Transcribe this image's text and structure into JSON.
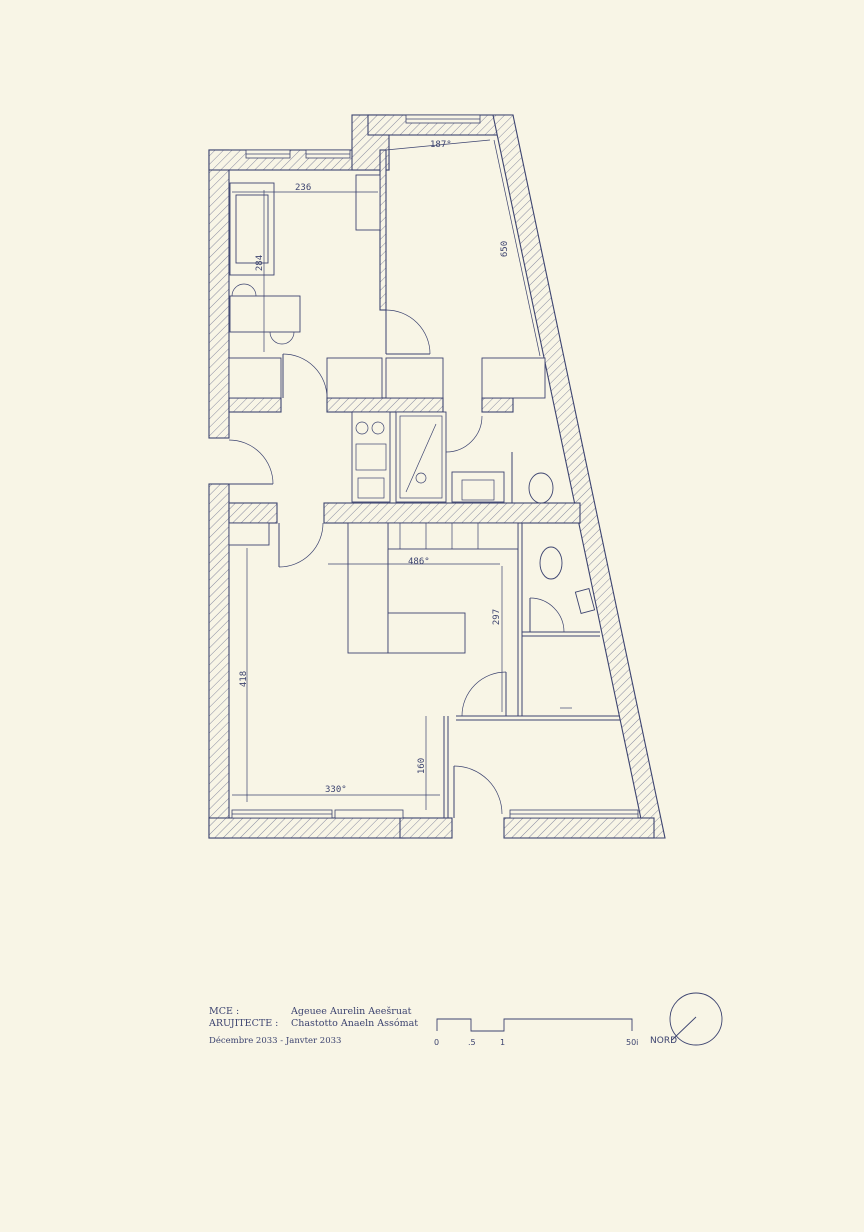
{
  "dimensions": {
    "d_top": "187°",
    "d_left_room": "236",
    "d_slant": "650",
    "d_sofa": "284",
    "d_kitchen": "486°",
    "d_bath": "297",
    "d_living_h": "418",
    "d_hall": "160",
    "d_living_w": "330°"
  },
  "title_block": {
    "moe_label": "MCE :",
    "moe_value": "Ageuee Aurelin Aeešruat",
    "arch_label": "ARUJITECTE :",
    "arch_value": "Chastotto Anaeln Assómat",
    "date": "Décembre 2033 - Janvter 2033"
  },
  "scale_bar": {
    "ticks": [
      "0",
      ".5",
      "1"
    ],
    "unit": "50i"
  },
  "north": {
    "label": "NORD"
  }
}
